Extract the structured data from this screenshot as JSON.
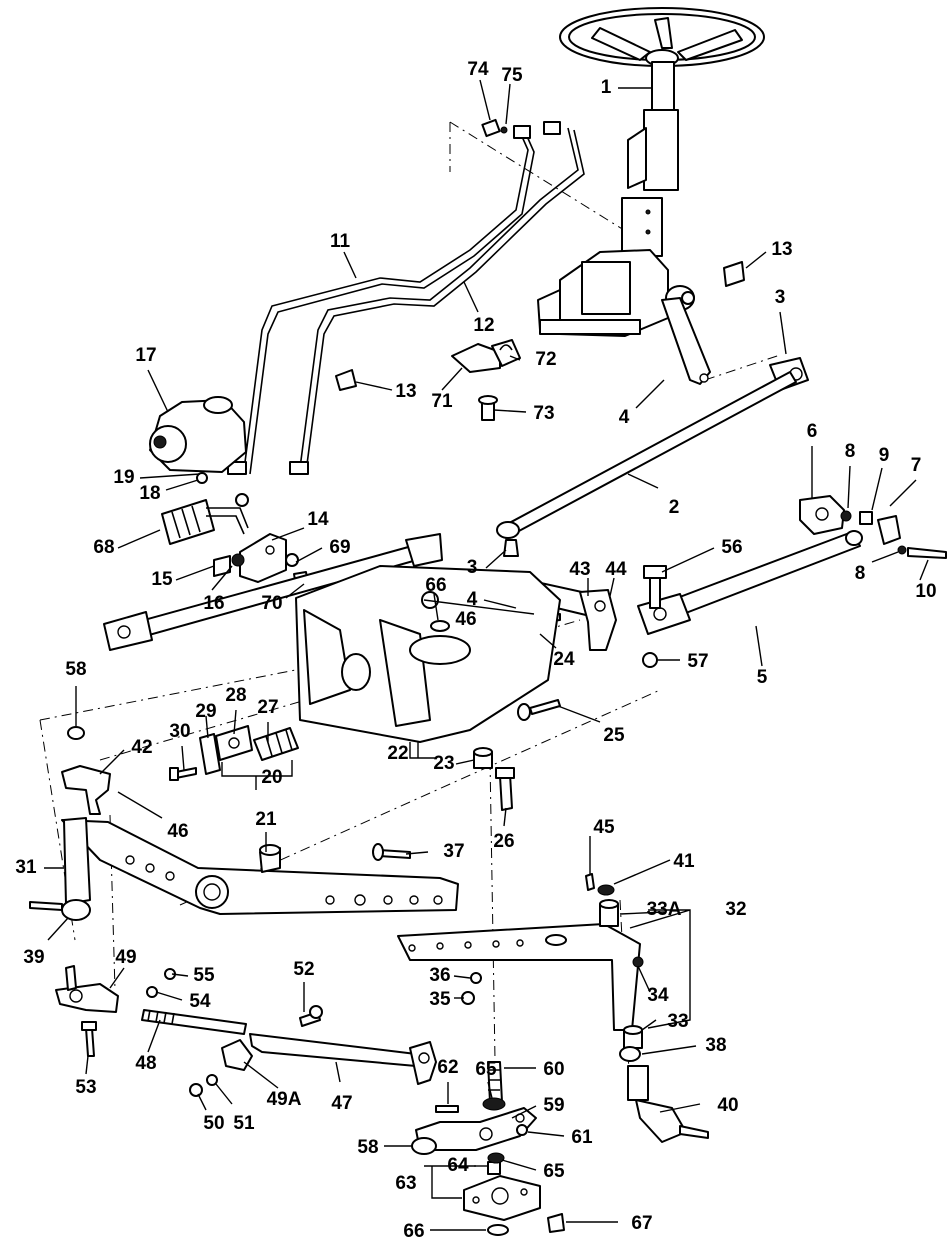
{
  "callouts": [
    {
      "id": "c1",
      "text": "1"
    },
    {
      "id": "c2",
      "text": "2"
    },
    {
      "id": "c3a",
      "text": "3"
    },
    {
      "id": "c3b",
      "text": "3"
    },
    {
      "id": "c4a",
      "text": "4"
    },
    {
      "id": "c4b",
      "text": "4"
    },
    {
      "id": "c5",
      "text": "5"
    },
    {
      "id": "c6",
      "text": "6"
    },
    {
      "id": "c7",
      "text": "7"
    },
    {
      "id": "c8a",
      "text": "8"
    },
    {
      "id": "c8b",
      "text": "8"
    },
    {
      "id": "c9",
      "text": "9"
    },
    {
      "id": "c10",
      "text": "10"
    },
    {
      "id": "c11",
      "text": "11"
    },
    {
      "id": "c12",
      "text": "12"
    },
    {
      "id": "c13a",
      "text": "13"
    },
    {
      "id": "c13b",
      "text": "13"
    },
    {
      "id": "c14",
      "text": "14"
    },
    {
      "id": "c15",
      "text": "15"
    },
    {
      "id": "c16",
      "text": "16"
    },
    {
      "id": "c17",
      "text": "17"
    },
    {
      "id": "c18",
      "text": "18"
    },
    {
      "id": "c19",
      "text": "19"
    },
    {
      "id": "c20",
      "text": "20"
    },
    {
      "id": "c21",
      "text": "21"
    },
    {
      "id": "c22",
      "text": "22"
    },
    {
      "id": "c23",
      "text": "23"
    },
    {
      "id": "c24",
      "text": "24"
    },
    {
      "id": "c25",
      "text": "25"
    },
    {
      "id": "c26",
      "text": "26"
    },
    {
      "id": "c27",
      "text": "27"
    },
    {
      "id": "c28",
      "text": "28"
    },
    {
      "id": "c29",
      "text": "29"
    },
    {
      "id": "c30",
      "text": "30"
    },
    {
      "id": "c31",
      "text": "31"
    },
    {
      "id": "c32",
      "text": "32"
    },
    {
      "id": "c33",
      "text": "33"
    },
    {
      "id": "c33A",
      "text": "33A"
    },
    {
      "id": "c34",
      "text": "34"
    },
    {
      "id": "c35",
      "text": "35"
    },
    {
      "id": "c36",
      "text": "36"
    },
    {
      "id": "c37",
      "text": "37"
    },
    {
      "id": "c38",
      "text": "38"
    },
    {
      "id": "c39",
      "text": "39"
    },
    {
      "id": "c40",
      "text": "40"
    },
    {
      "id": "c41",
      "text": "41"
    },
    {
      "id": "c42",
      "text": "42"
    },
    {
      "id": "c43",
      "text": "43"
    },
    {
      "id": "c44",
      "text": "44"
    },
    {
      "id": "c45",
      "text": "45"
    },
    {
      "id": "c46a",
      "text": "46"
    },
    {
      "id": "c46b",
      "text": "46"
    },
    {
      "id": "c47",
      "text": "47"
    },
    {
      "id": "c48",
      "text": "48"
    },
    {
      "id": "c49",
      "text": "49"
    },
    {
      "id": "c49A",
      "text": "49A"
    },
    {
      "id": "c50",
      "text": "50"
    },
    {
      "id": "c51",
      "text": "51"
    },
    {
      "id": "c52",
      "text": "52"
    },
    {
      "id": "c53",
      "text": "53"
    },
    {
      "id": "c54",
      "text": "54"
    },
    {
      "id": "c55",
      "text": "55"
    },
    {
      "id": "c56",
      "text": "56"
    },
    {
      "id": "c57",
      "text": "57"
    },
    {
      "id": "c58a",
      "text": "58"
    },
    {
      "id": "c58b",
      "text": "58"
    },
    {
      "id": "c59",
      "text": "59"
    },
    {
      "id": "c60",
      "text": "60"
    },
    {
      "id": "c61",
      "text": "61"
    },
    {
      "id": "c62",
      "text": "62"
    },
    {
      "id": "c63",
      "text": "63"
    },
    {
      "id": "c64",
      "text": "64"
    },
    {
      "id": "c65a",
      "text": "65"
    },
    {
      "id": "c65b",
      "text": "65"
    },
    {
      "id": "c66a",
      "text": "66"
    },
    {
      "id": "c66b",
      "text": "66"
    },
    {
      "id": "c67",
      "text": "67"
    },
    {
      "id": "c68",
      "text": "68"
    },
    {
      "id": "c69",
      "text": "69"
    },
    {
      "id": "c70",
      "text": "70"
    },
    {
      "id": "c71",
      "text": "71"
    },
    {
      "id": "c72",
      "text": "72"
    },
    {
      "id": "c73",
      "text": "73"
    },
    {
      "id": "c74",
      "text": "74"
    },
    {
      "id": "c75",
      "text": "75"
    }
  ]
}
